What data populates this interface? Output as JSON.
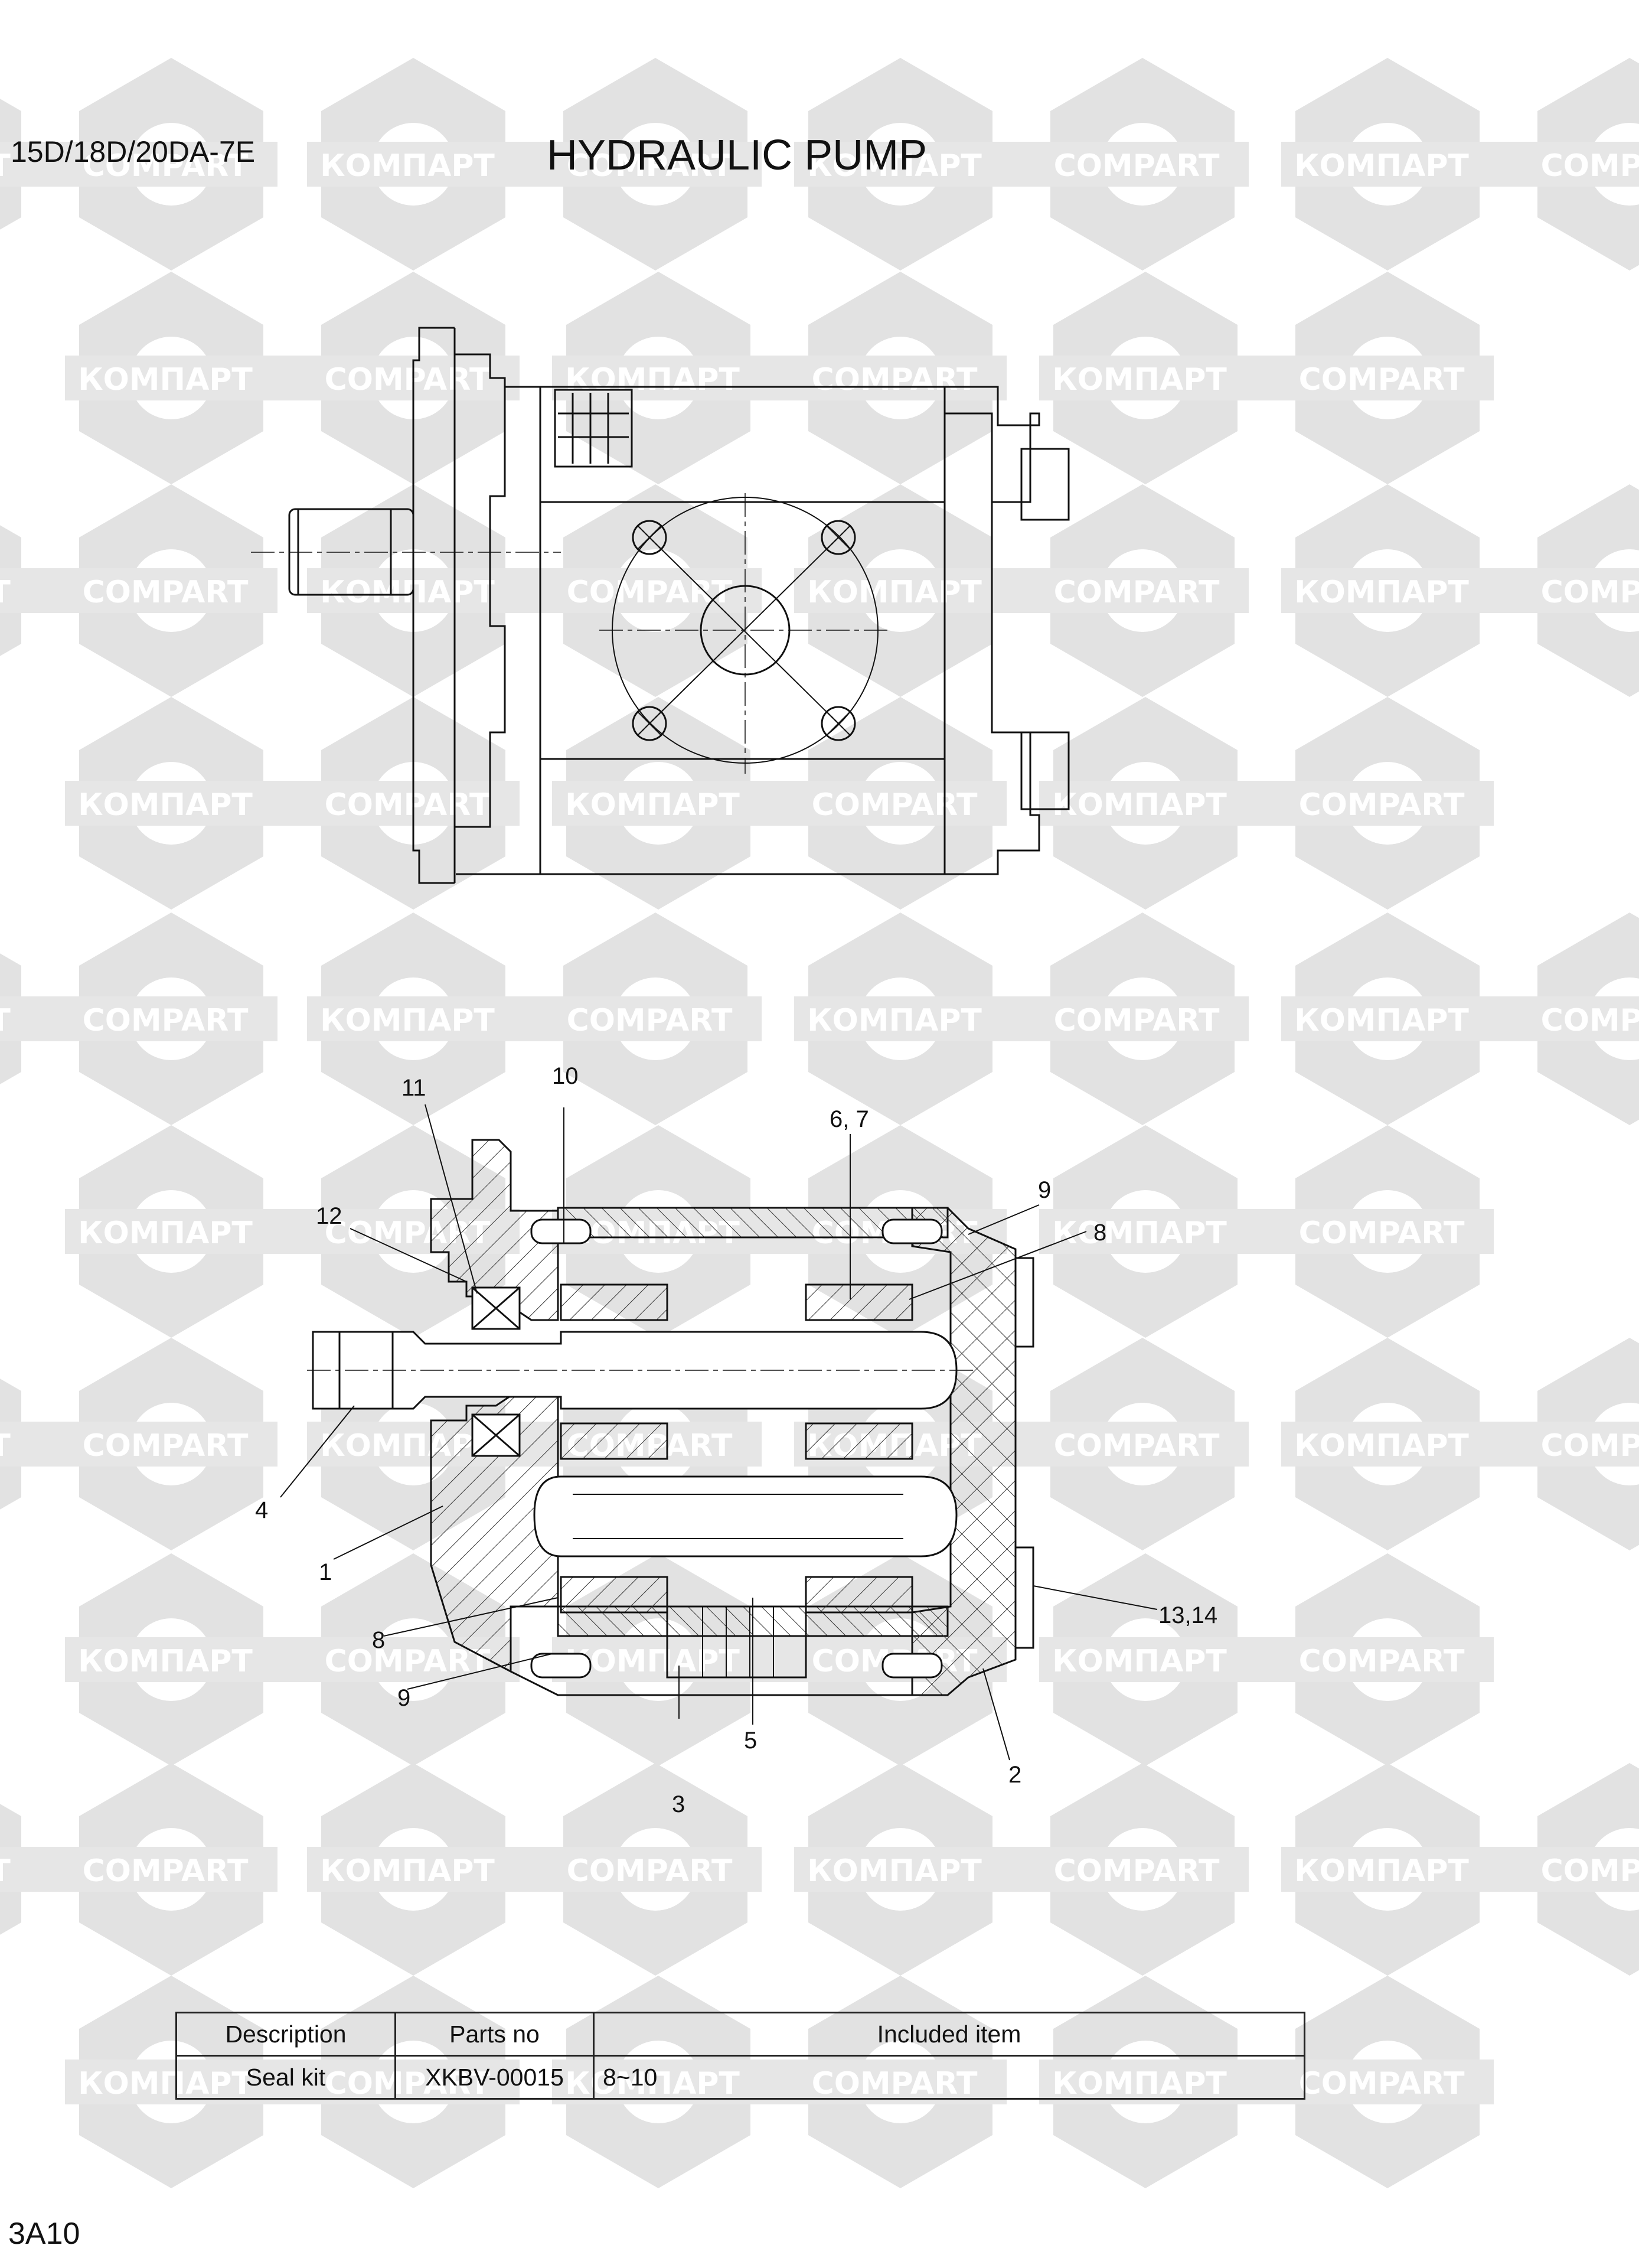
{
  "header": {
    "model_code": "15D/18D/20DA-7E",
    "title": "HYDRAULIC PUMP"
  },
  "watermark": {
    "text_cyrillic": "КОМПАРТ",
    "text_latin": "COMPART",
    "color": "#dedede"
  },
  "callouts": {
    "c1": "1",
    "c2": "2",
    "c3": "3",
    "c4": "4",
    "c5": "5",
    "c6_7": "6, 7",
    "c8a": "8",
    "c8b": "8",
    "c9a": "9",
    "c9b": "9",
    "c10": "10",
    "c11": "11",
    "c12": "12",
    "c13_14": "13,14"
  },
  "kit_table": {
    "headers": [
      "Description",
      "Parts no",
      "Included item"
    ],
    "rows": [
      [
        "Seal kit",
        "XKBV-00015",
        "8~10"
      ]
    ]
  },
  "footer": {
    "page_code": "3A10"
  }
}
